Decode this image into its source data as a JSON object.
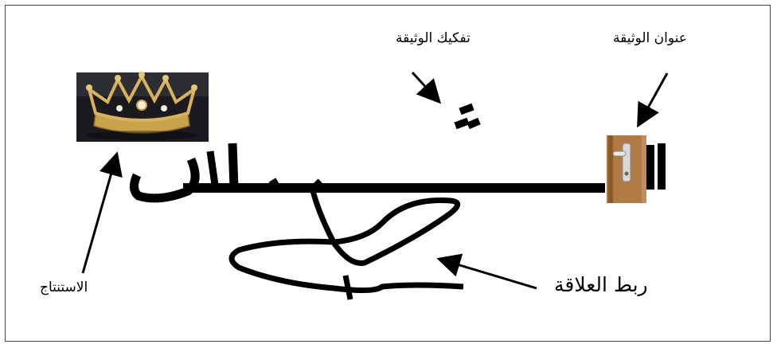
{
  "labels": {
    "document_title": "عنوان الوثيقة",
    "document_decomposition": "تفكيك الوثيقة",
    "conclusion": "الاستنتاج",
    "relation_link": "ربط العلاقة"
  },
  "pictures": {
    "crown": "crown-photo",
    "door": "door-photo"
  },
  "colors": {
    "ink": "#000000",
    "frame": "#444444",
    "gold": "#c9a24a",
    "wood": "#b07a45"
  }
}
